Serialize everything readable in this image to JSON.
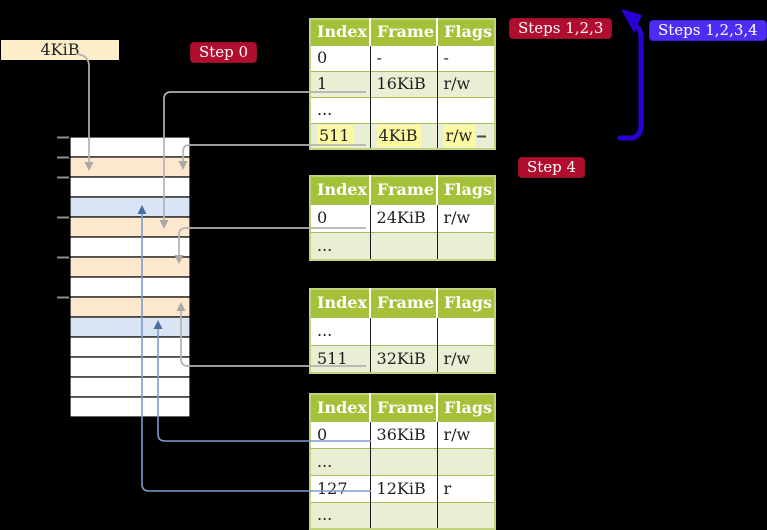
{
  "labels": {
    "page_size": "4KiB",
    "step0": "Step 0",
    "steps123": "Steps 1,2,3",
    "steps1234": "Steps 1,2,3,4",
    "step4": "Step 4"
  },
  "page_tables": {
    "headers": [
      "Index",
      "Frame",
      "Flags"
    ],
    "table1": {
      "rows": [
        [
          "0",
          "-",
          "-"
        ],
        [
          "1",
          "16KiB",
          "r/w"
        ],
        [
          "...",
          "",
          ""
        ],
        [
          "511",
          "4KiB",
          "r/w"
        ]
      ],
      "highlighted_row": 3,
      "highlight_color": "#fdf9a2"
    },
    "table2": {
      "rows": [
        [
          "0",
          "24KiB",
          "r/w"
        ],
        [
          "...",
          "",
          ""
        ]
      ]
    },
    "table3": {
      "rows": [
        [
          "...",
          "",
          ""
        ],
        [
          "511",
          "32KiB",
          "r/w"
        ]
      ]
    },
    "table4": {
      "rows": [
        [
          "0",
          "36KiB",
          "r/w"
        ],
        [
          "...",
          "",
          ""
        ],
        [
          "127",
          "12KiB",
          "r"
        ],
        [
          "...",
          "",
          ""
        ]
      ]
    }
  },
  "physical_memory": {
    "frame_size_label": "4KiB",
    "row_height_kib": 4,
    "row_types": [
      "free",
      "page-table",
      "free",
      "mapped-page",
      "page-table",
      "free",
      "page-table",
      "free",
      "page-table",
      "mapped-page",
      "free",
      "free",
      "free",
      "free"
    ],
    "tick_mark_count": 6
  },
  "connections": [
    {
      "from": "label 4KiB",
      "to": "memory frame 4KiB",
      "style": "gray-down-arrow"
    },
    {
      "from": "table1 row 1 (16KiB)",
      "to": "memory frame 16KiB",
      "style": "gray-down-arrow"
    },
    {
      "from": "table1 row 511 (4KiB)",
      "to": "memory frame 4KiB",
      "style": "gray-down-arrow"
    },
    {
      "from": "table2 row 0 (24KiB)",
      "to": "memory frame 24KiB",
      "style": "gray-down-arrow"
    },
    {
      "from": "table3 row 511 (32KiB)",
      "to": "memory frame 32KiB",
      "style": "gray-up-arrow"
    },
    {
      "from": "table4 row 0 (36KiB)",
      "to": "memory frame 36KiB",
      "style": "blue-up-arrow"
    },
    {
      "from": "table4 row 127 (12KiB)",
      "to": "memory frame 12KiB",
      "style": "blue-up-arrow"
    },
    {
      "from": "table4 region",
      "to": "table1 region",
      "style": "thick-blue-up-left-arrow"
    }
  ],
  "colors": {
    "background": "#000000",
    "table_header_bg": "#a3c139",
    "table_outer_border": "#c2d37e",
    "table_row_alt_bg": "#e9efd5",
    "table_row_bg": "#ffffff",
    "table_row_divider": "#a3bd55",
    "table_col_divider": "#1a1a1a",
    "highlight_yellow": "#fdf9a2",
    "memory_page_table_row": "#fde7cd",
    "memory_mapped_page_row": "#d9e5f5",
    "memory_free_row": "#ffffff",
    "gray_arrow": "#b3b3b3",
    "blue_arrow_line": "#7f9cce",
    "blue_arrow_head": "#4a6fa5",
    "big_blue_arrow": "#2b00d5",
    "step_badge_bg": "#b00d2f",
    "steps_blue_badge_bg": "#4f2cf5",
    "page_size_label_bg": "#fbeec9",
    "tick_mark": "#8f8f8f"
  }
}
